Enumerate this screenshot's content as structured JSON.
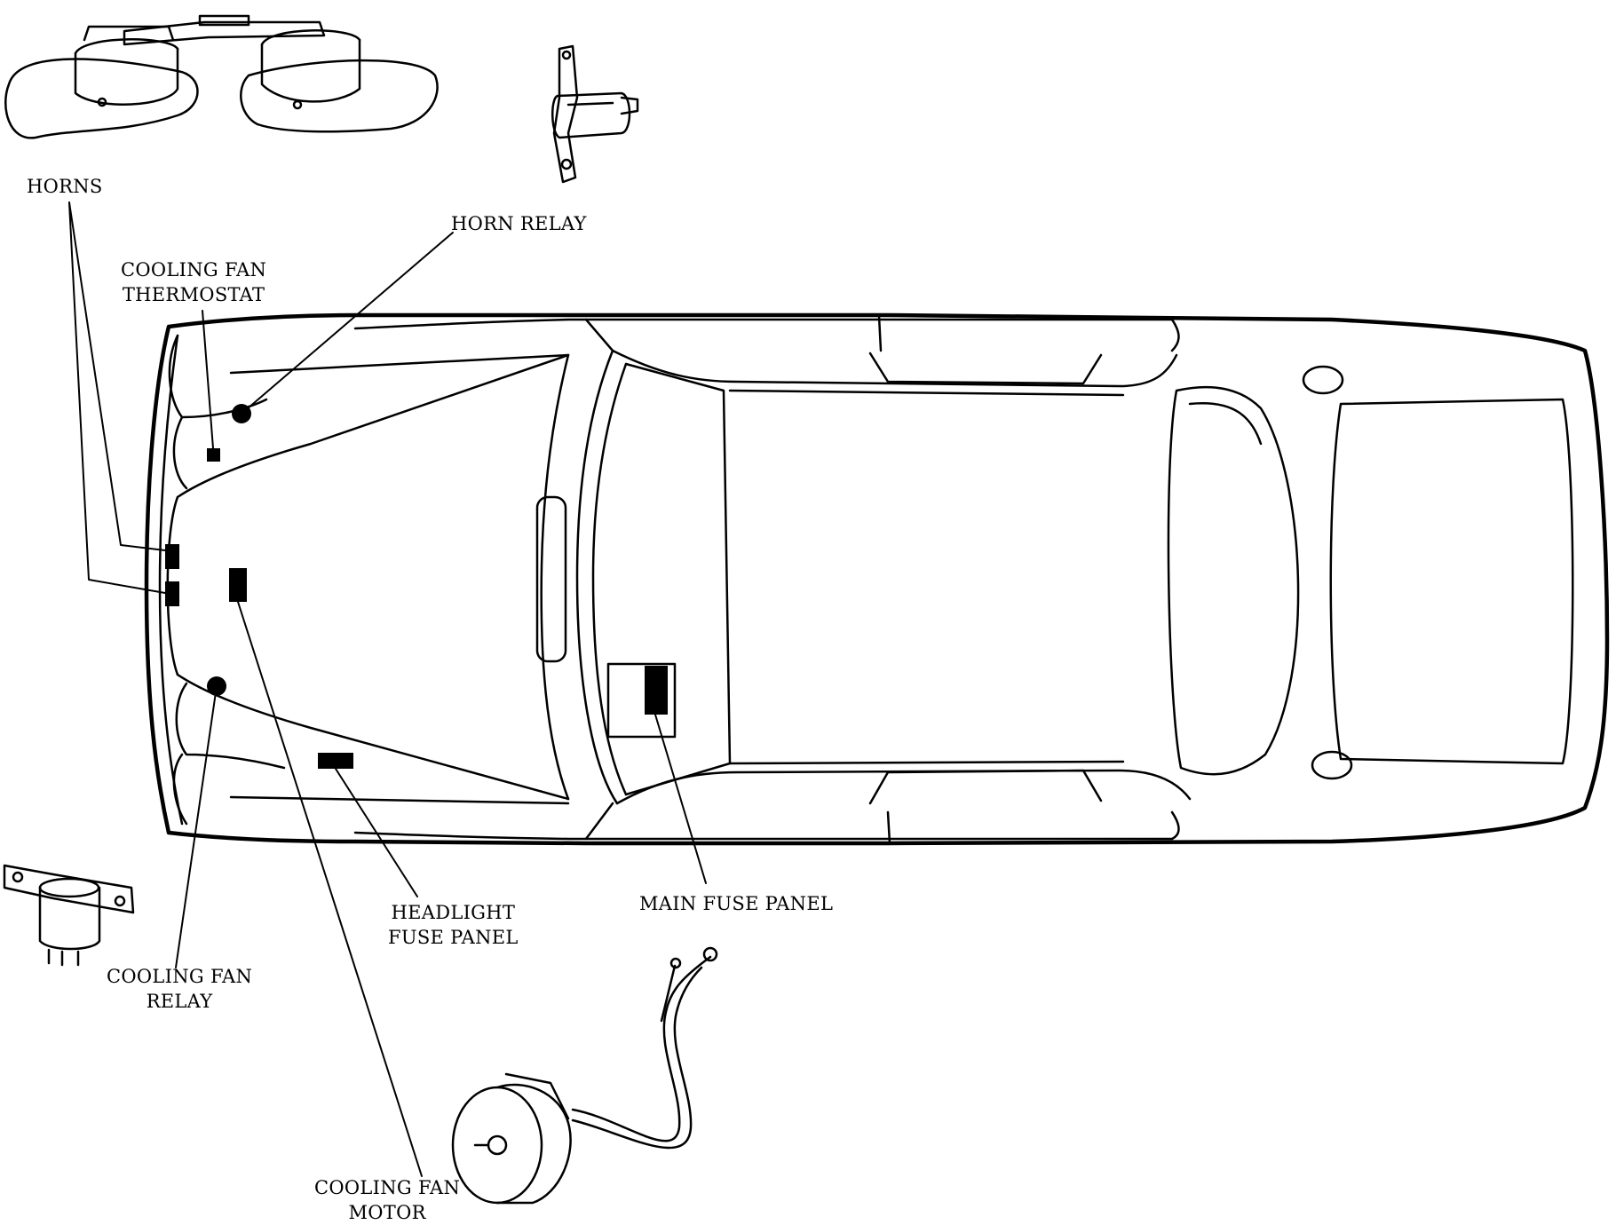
{
  "labels": {
    "horns": "HORNS",
    "horn_relay": "HORN RELAY",
    "cooling_fan_thermostat_1": "COOLING FAN",
    "cooling_fan_thermostat_2": "THERMOSTAT",
    "headlight_fuse_panel_1": "HEADLIGHT",
    "headlight_fuse_panel_2": "FUSE PANEL",
    "main_fuse_panel": "MAIN FUSE PANEL",
    "cooling_fan_relay_1": "COOLING FAN",
    "cooling_fan_relay_2": "RELAY",
    "cooling_fan_motor_1": "COOLING FAN",
    "cooling_fan_motor_2": "MOTOR"
  }
}
